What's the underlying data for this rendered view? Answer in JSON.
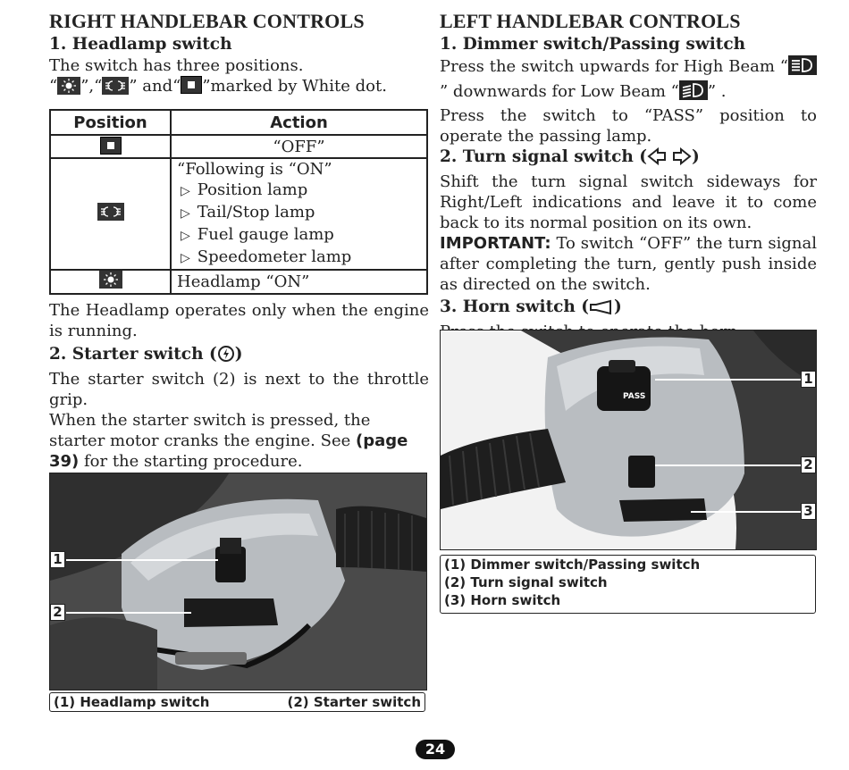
{
  "left": {
    "title": "RIGHT HANDLEBAR CONTROLS",
    "headlamp_heading": "1. Headlamp switch",
    "headlamp_intro": "The switch has three positions.",
    "positions_q1": "“",
    "positions_sep1": "”,“",
    "positions_sep2": "” and“",
    "positions_end": "”marked by White dot.",
    "table": {
      "col_position": "Position",
      "col_action": "Action",
      "row_off": "“OFF”",
      "row_following": "“Following is “ON”",
      "items": [
        "Position lamp",
        "Tail/Stop lamp",
        "Fuel gauge lamp",
        "Speedometer lamp"
      ],
      "row_headlamp_on": "Headlamp “ON”"
    },
    "after_table": "The Headlamp operates only when the engine is running.",
    "starter_heading": "2. Starter switch (",
    "starter_heading_end": ")",
    "starter_text1": "The starter switch (2) is next to the throttle grip.",
    "starter_text2a": "When the starter switch is pressed, the starter motor cranks the engine. See ",
    "starter_text2_page": "(page 39)",
    "starter_text2b": " for the starting procedure.",
    "callout_1": "1",
    "callout_2": "2",
    "caption_1": "(1) Headlamp switch",
    "caption_2": "(2) Starter switch"
  },
  "right": {
    "title": "LEFT HANDLEBAR CONTROLS",
    "dimmer_heading": "1. Dimmer switch/Passing switch",
    "dimmer_text1a": "Press the switch upwards for High Beam “",
    "dimmer_text1b": "” downwards for Low Beam “",
    "dimmer_text1c": "” .",
    "dimmer_text2": "Press the switch to “PASS” position to operate the passing lamp.",
    "turn_heading": "2. Turn signal switch (",
    "turn_heading_end": ")",
    "turn_text": "Shift the turn signal switch sideways for Right/Left indications and leave it to come back to its normal position on its own.",
    "important_label": "IMPORTANT:",
    "important_text": " To switch “OFF” the turn signal after completing the turn, gently push inside as directed on the switch.",
    "horn_heading": "3. Horn switch (",
    "horn_heading_end": ")",
    "horn_text": "Press the switch to operate the horn.",
    "callout_1": "1",
    "callout_2": "2",
    "callout_3": "3",
    "captions": [
      "(1) Dimmer switch/Passing switch",
      "(2) Turn signal switch",
      "(3) Horn switch"
    ],
    "pass_label": "PASS"
  },
  "page_number": "24",
  "icons": {
    "dot": "white-dot-icon",
    "position_lamp": "position-lamp-icon",
    "headlamp": "headlamp-icon",
    "starter": "starter-icon",
    "beam": "beam-icon",
    "turn": "turn-arrows-icon",
    "horn": "horn-icon"
  }
}
